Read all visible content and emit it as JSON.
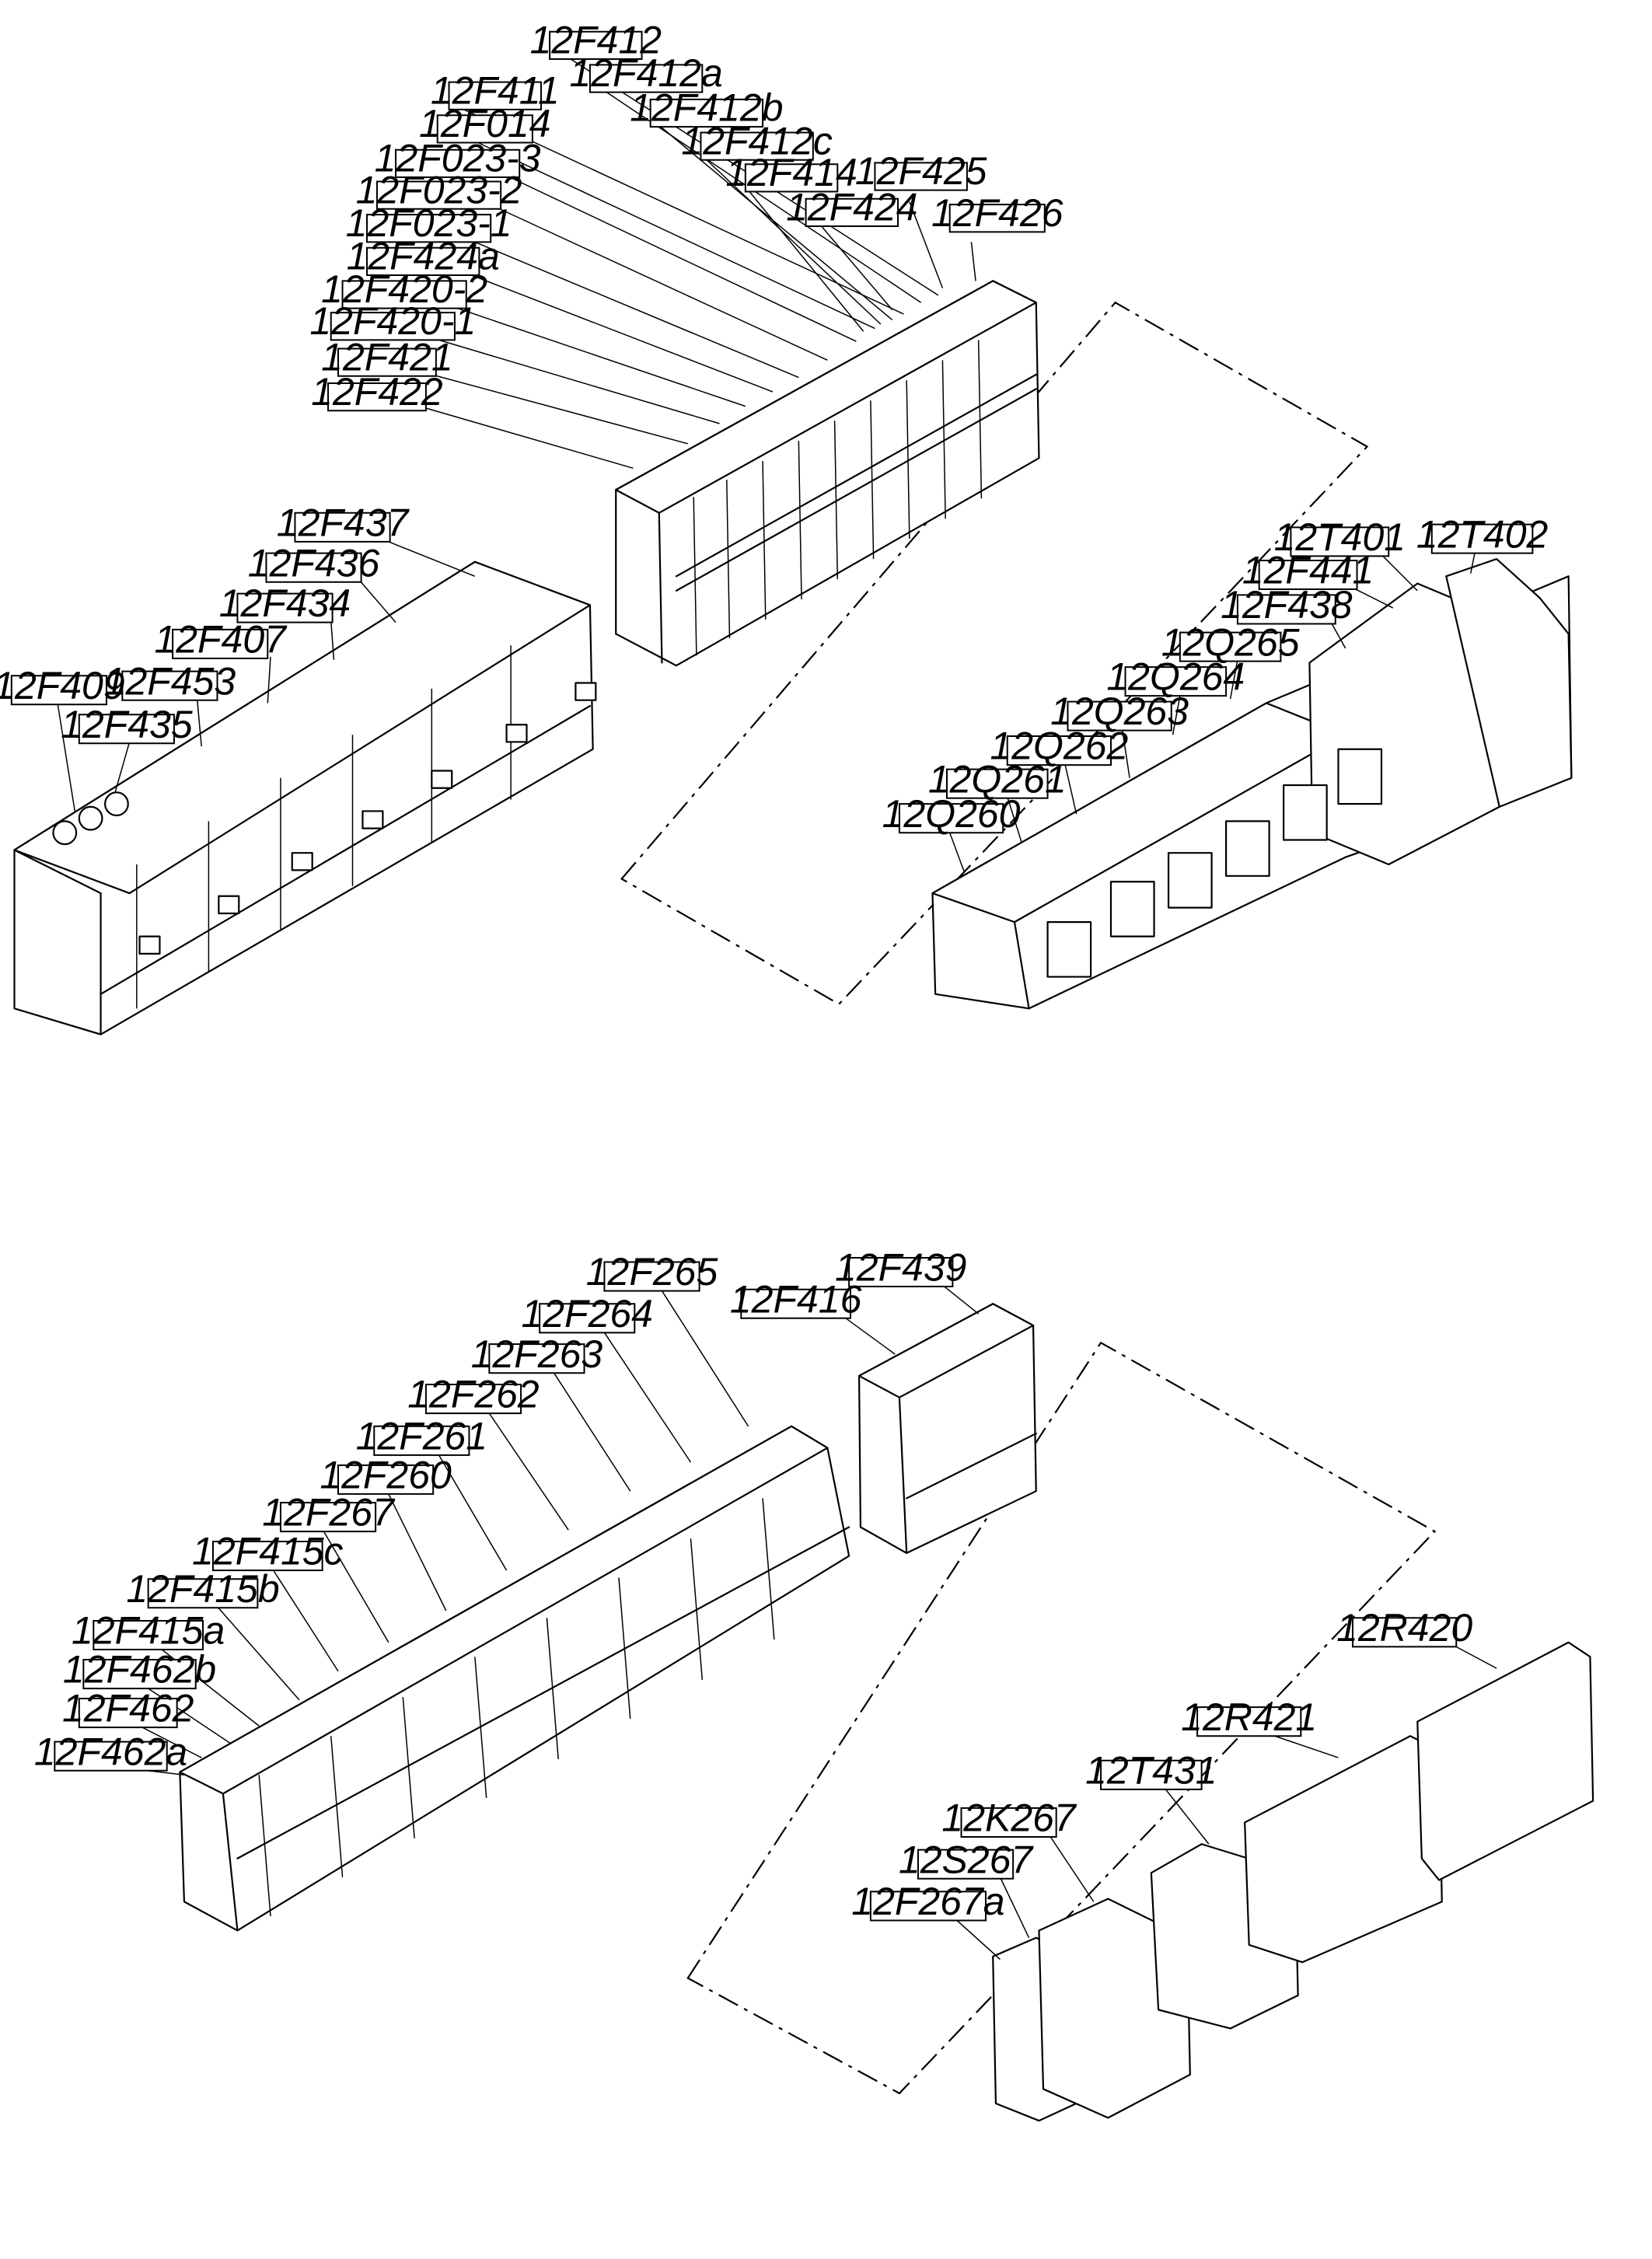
{
  "diagram": {
    "colors": {
      "line": "#000000",
      "background": "#ffffff"
    },
    "groups": [
      {
        "id": "upper-left-mcb-row",
        "tags": [
          "12F437",
          "12F436",
          "12F434",
          "12F407",
          "12F453",
          "12F409",
          "12F435"
        ]
      },
      {
        "id": "upper-center-mcb-row",
        "tags": [
          "12F412",
          "12F412a",
          "12F411",
          "12F412b",
          "12F014",
          "12F412c",
          "12F023-3",
          "12F414",
          "12F425",
          "12F023-2",
          "12F424",
          "12F426",
          "12F023-1",
          "12F424a",
          "12F420-2",
          "12F420-1",
          "12F421",
          "12F422"
        ]
      },
      {
        "id": "upper-right-contactor-row",
        "tags": [
          "12T401",
          "12T402",
          "12F441",
          "12F438",
          "12Q265",
          "12Q264",
          "12Q263",
          "12Q262",
          "12Q261",
          "12Q260"
        ]
      },
      {
        "id": "lower-left-mcb-row",
        "tags": [
          "12F265",
          "12F264",
          "12F263",
          "12F262",
          "12F261",
          "12F260",
          "12F267",
          "12F415c",
          "12F415b",
          "12F415a",
          "12F462b",
          "12F462",
          "12F462a"
        ]
      },
      {
        "id": "lower-center-mcb-group",
        "tags": [
          "12F439",
          "12F416"
        ]
      },
      {
        "id": "lower-right-relay-group",
        "tags": [
          "12R420",
          "12R421",
          "12T431",
          "12K267",
          "12S267",
          "12F267a"
        ]
      }
    ]
  }
}
